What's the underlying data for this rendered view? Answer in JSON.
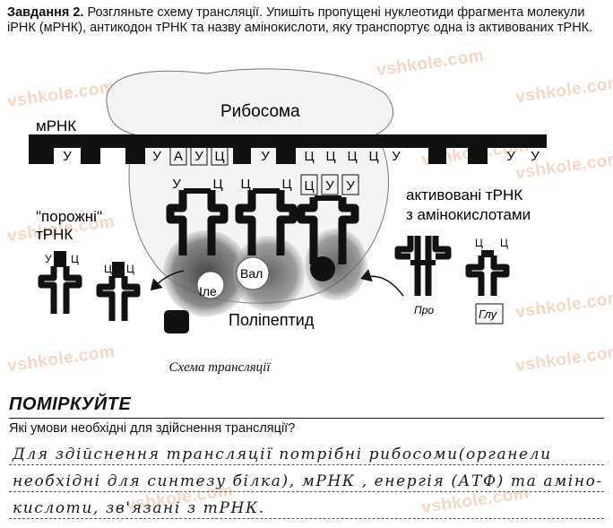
{
  "task": {
    "number": "Завдання 2.",
    "text": "Розгляньте схему трансляції. Упишіть пропущені нуклеотиди фрагмента молекули іРНК (мРНК), антикодон тРНК та назву амінокислоти, яку транспортує одна із активованих тРНК."
  },
  "watermark": "vshkole.com",
  "scheme": {
    "ribosome_label": "Рибосома",
    "mrna_label": "мРНК",
    "mrna_letters": [
      "У",
      "У",
      "А",
      "У",
      "Ц",
      "У",
      "Ц",
      "Ц",
      "Ц",
      "Ц",
      "У",
      "У",
      "У"
    ],
    "empty_trna_label_1": "\"порожні\"",
    "empty_trna_label_2": "тРНК",
    "active_trna_label_1": "активовані тРНК",
    "active_trna_label_2": "з амінокислотами",
    "polypeptide_label": "Поліпептид",
    "amino_val": "Вал",
    "amino_ile": "Іле",
    "amino_pro": "Про",
    "amino_glu": "Глу",
    "ribosome_trna_anticodons": [
      "У",
      "Ц",
      "Ц",
      "Ц",
      "Ц",
      "У",
      "У"
    ],
    "empty_trna_1_codon": [
      "У",
      "Ц"
    ],
    "empty_trna_2_codon": [
      "Ц",
      "Ц"
    ],
    "active_trna_2_codon": [
      "Ц",
      "Ц"
    ]
  },
  "caption": "Схема трансляції",
  "think": {
    "heading": "ПОМІРКУЙТЕ",
    "question": "Які умови необхідні для здійснення трансляції?",
    "answer_lines": [
      "Для здійснення трансляції потрібні рибосоми(органели",
      "необхідні для синтезу білка), мРНК , енергія (АТФ) та аміно-",
      "кислоти, зв'язані з тРНК."
    ]
  }
}
